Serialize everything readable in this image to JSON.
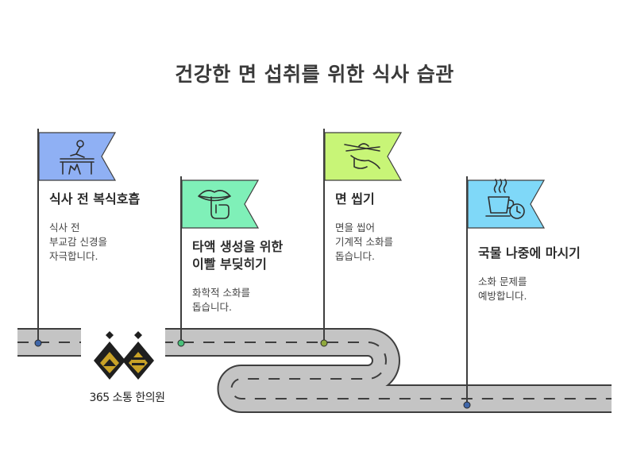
{
  "title": "건강한 면 섭취를 위한 식사 습관",
  "steps": [
    {
      "title": "식사 전 복식호흡",
      "description": "식사 전\n부교감 신경을\n자극합니다.",
      "icon": "person-at-desk-icon",
      "flag_color": "#8fb0f4"
    },
    {
      "title": "타액 생성을 위한\n이빨 부딪히기",
      "description": "화학적 소화를\n돕습니다.",
      "icon": "lips-finger-icon",
      "flag_color": "#7ff0b8"
    },
    {
      "title": "면 씹기",
      "description": "면을 씹어\n기계적 소화를\n돕습니다.",
      "icon": "hand-chopsticks-icon",
      "flag_color": "#c8f577"
    },
    {
      "title": "국물 나중에 마시기",
      "description": "소화 문제를\n예방합니다.",
      "icon": "hot-cup-clock-icon",
      "flag_color": "#7fd8f8"
    }
  ],
  "logo": {
    "text": "365 소통 한의원",
    "icon": "double-diamond-logo-icon",
    "colors": [
      "#1f1f1f",
      "#c9a227"
    ]
  },
  "colors": {
    "road_fill": "#c4c4c4",
    "road_edge": "#3e3e3e",
    "road_dash": "#3e3e3e",
    "dot_blue": "#3f66a8",
    "dot_green": "#49c07a",
    "dot_olive": "#8fa83c"
  }
}
